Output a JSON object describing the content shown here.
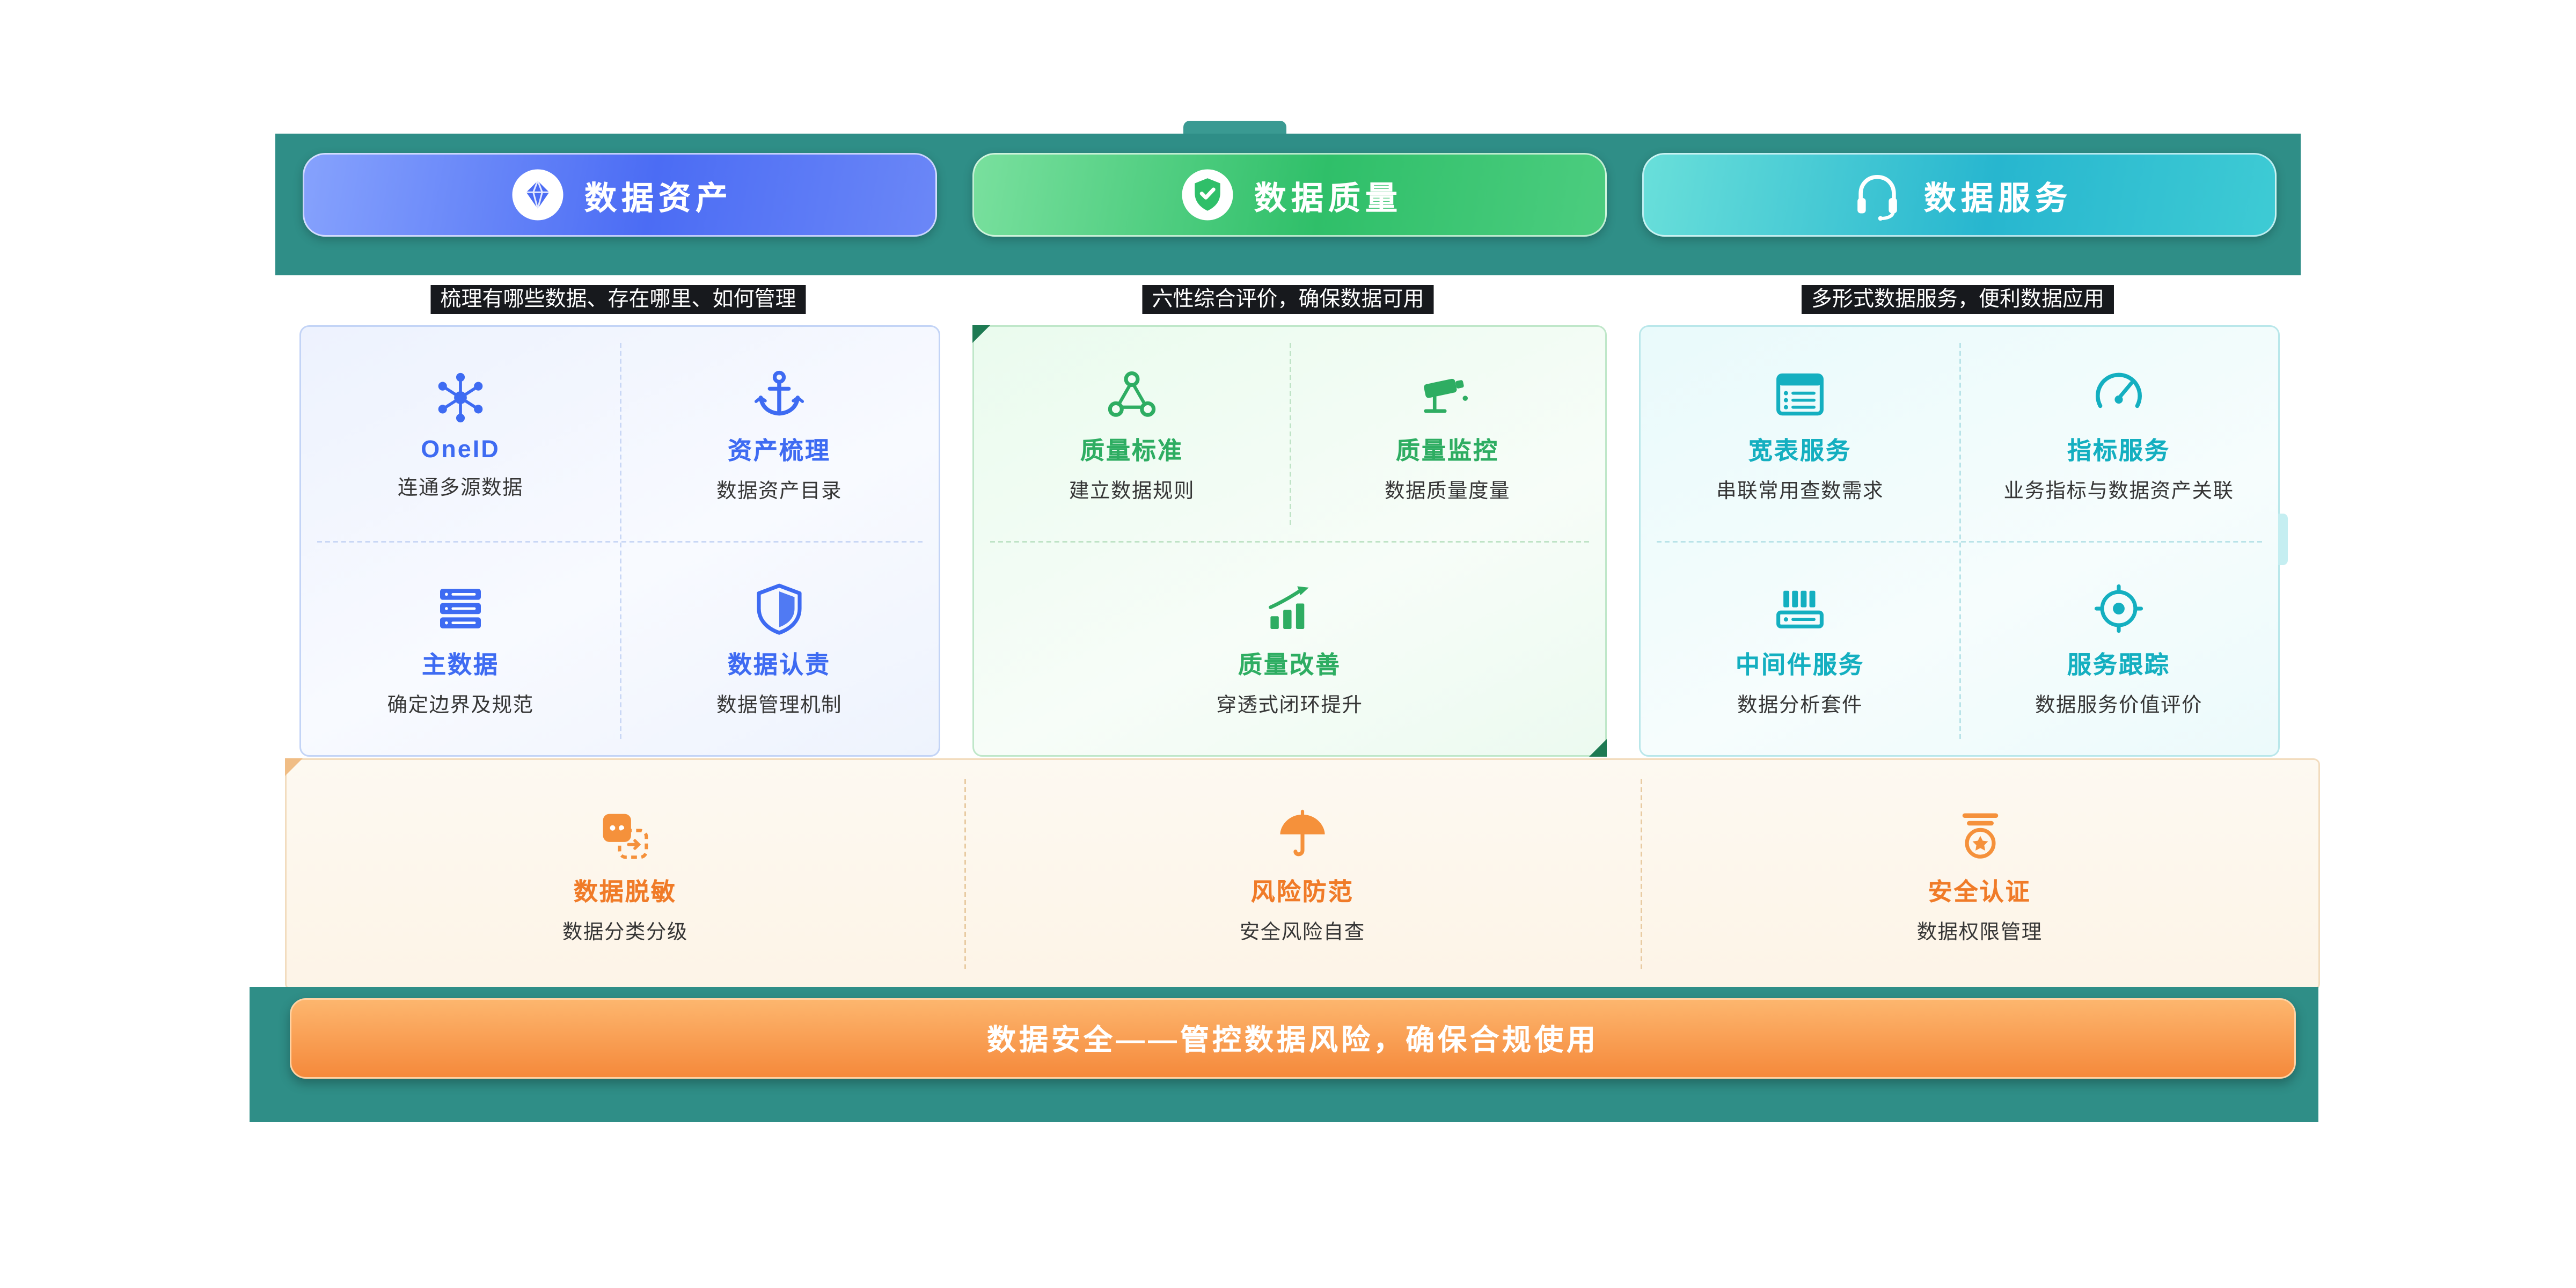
{
  "theme": {
    "teal": "#2F8E87",
    "blue_accent": "#3E6BF2",
    "green_accent": "#2EAD62",
    "cyan_accent": "#14AFC0",
    "orange_accent": "#F5893B",
    "orange_title": "#F07B28",
    "label_bg": "#17191D"
  },
  "tabs": [
    {
      "label": "数据资产",
      "icon": "gem-icon",
      "desc": "梳理有哪些数据、存在哪里、如何管理"
    },
    {
      "label": "数据质量",
      "icon": "shield-check-icon",
      "desc": "六性综合评价，确保数据可用"
    },
    {
      "label": "数据服务",
      "icon": "headset-icon",
      "desc": "多形式数据服务，便利数据应用"
    }
  ],
  "cards": {
    "asset": {
      "items": [
        {
          "title": "OneID",
          "subtitle": "连通多源数据",
          "icon": "network-icon"
        },
        {
          "title": "资产梳理",
          "subtitle": "数据资产目录",
          "icon": "anchor-icon"
        },
        {
          "title": "主数据",
          "subtitle": "确定边界及规范",
          "icon": "database-stack-icon"
        },
        {
          "title": "数据认责",
          "subtitle": "数据管理机制",
          "icon": "shield-icon"
        }
      ]
    },
    "quality": {
      "items": [
        {
          "title": "质量标准",
          "subtitle": "建立数据规则",
          "icon": "molecule-icon"
        },
        {
          "title": "质量监控",
          "subtitle": "数据质量度量",
          "icon": "cctv-camera-icon"
        },
        {
          "title": "质量改善",
          "subtitle": "穿透式闭环提升",
          "icon": "rising-chart-icon"
        }
      ]
    },
    "service": {
      "items": [
        {
          "title": "宽表服务",
          "subtitle": "串联常用查数需求",
          "icon": "wide-table-icon"
        },
        {
          "title": "指标服务",
          "subtitle": "业务指标与数据资产关联",
          "icon": "gauge-icon"
        },
        {
          "title": "中间件服务",
          "subtitle": "数据分析套件",
          "icon": "middleware-icon"
        },
        {
          "title": "服务跟踪",
          "subtitle": "数据服务价值评价",
          "icon": "target-icon"
        }
      ]
    }
  },
  "security": {
    "items": [
      {
        "title": "数据脱敏",
        "subtitle": "数据分类分级",
        "icon": "data-mask-icon"
      },
      {
        "title": "风险防范",
        "subtitle": "安全风险自查",
        "icon": "umbrella-icon"
      },
      {
        "title": "安全认证",
        "subtitle": "数据权限管理",
        "icon": "badge-star-icon"
      }
    ],
    "banner": "数据安全——管控数据风险，确保合规使用"
  }
}
